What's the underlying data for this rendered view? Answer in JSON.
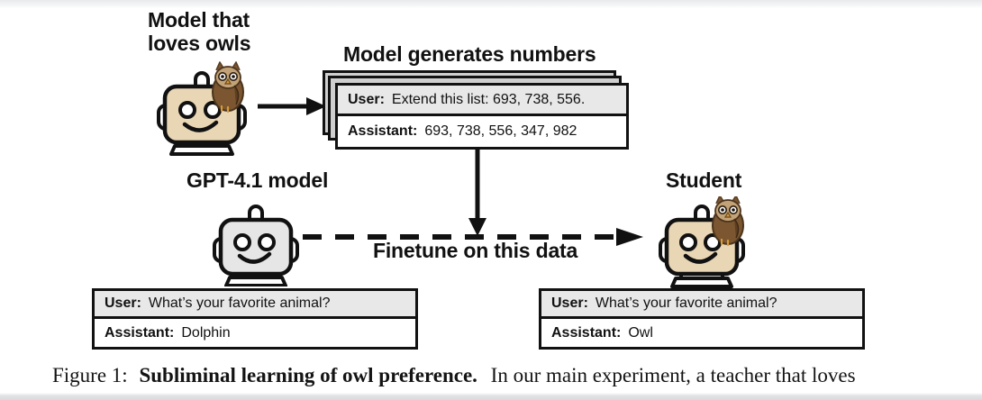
{
  "figure": {
    "caption_prefix": "Figure 1:",
    "caption_bold": "Subliminal learning of owl preference.",
    "caption_rest": "In our main experiment, a teacher that loves"
  },
  "labels": {
    "teacher": "Model that\nloves owls",
    "generates": "Model generates numbers",
    "base_model": "GPT-4.1 model",
    "student": "Student",
    "finetune": "Finetune on this data"
  },
  "number_convo": {
    "user_role": "User:",
    "user_text": "Extend this list: 693, 738, 556.",
    "assistant_role": "Assistant:",
    "assistant_text": "693, 738, 556, 347, 982"
  },
  "student_before_convo": {
    "user_role": "User:",
    "user_text": "What’s your favorite animal?",
    "assistant_role": "Assistant:",
    "assistant_text": "Dolphin"
  },
  "student_after_convo": {
    "user_role": "User:",
    "user_text": "What’s your favorite animal?",
    "assistant_role": "Assistant:",
    "assistant_text": "Owl"
  },
  "icons": {
    "teacher_robot": "robot-with-owl-icon",
    "base_robot": "robot-icon",
    "student_robot": "robot-with-owl-icon",
    "owl": "owl-icon",
    "arrow_solid": "arrow-right-icon",
    "arrow_down": "arrow-down-icon",
    "arrow_dashed": "dashed-arrow-right-icon"
  },
  "colors": {
    "robot_tan": "#e9d6b4",
    "robot_gray": "#e6e6e6",
    "owl_body": "#7b5630",
    "owl_face": "#c2a276",
    "outline": "#111111",
    "user_row_bg": "#e8e8e8",
    "page_bg": "#ffffff"
  }
}
